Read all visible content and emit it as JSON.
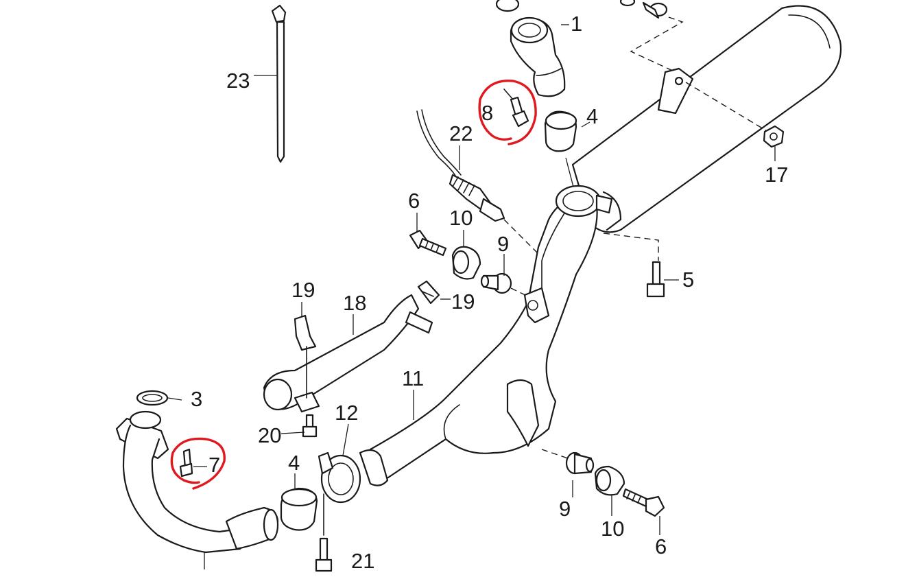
{
  "diagram": {
    "colors": {
      "line": "#1a1a1a",
      "background": "#ffffff",
      "annotation": "#e0191e"
    },
    "callouts": {
      "c1": "1",
      "c3": "3",
      "c4a": "4",
      "c4b": "4",
      "c5": "5",
      "c6a": "6",
      "c6b": "6",
      "c7": "7",
      "c8": "8",
      "c9a": "9",
      "c9b": "9",
      "c10a": "10",
      "c10b": "10",
      "c11": "11",
      "c12": "12",
      "c17": "17",
      "c18": "18",
      "c19a": "19",
      "c19b": "19",
      "c20": "20",
      "c21": "21",
      "c22": "22",
      "c23": "23"
    },
    "annotations": [
      "red-circle-part-8",
      "red-circle-part-7"
    ]
  }
}
